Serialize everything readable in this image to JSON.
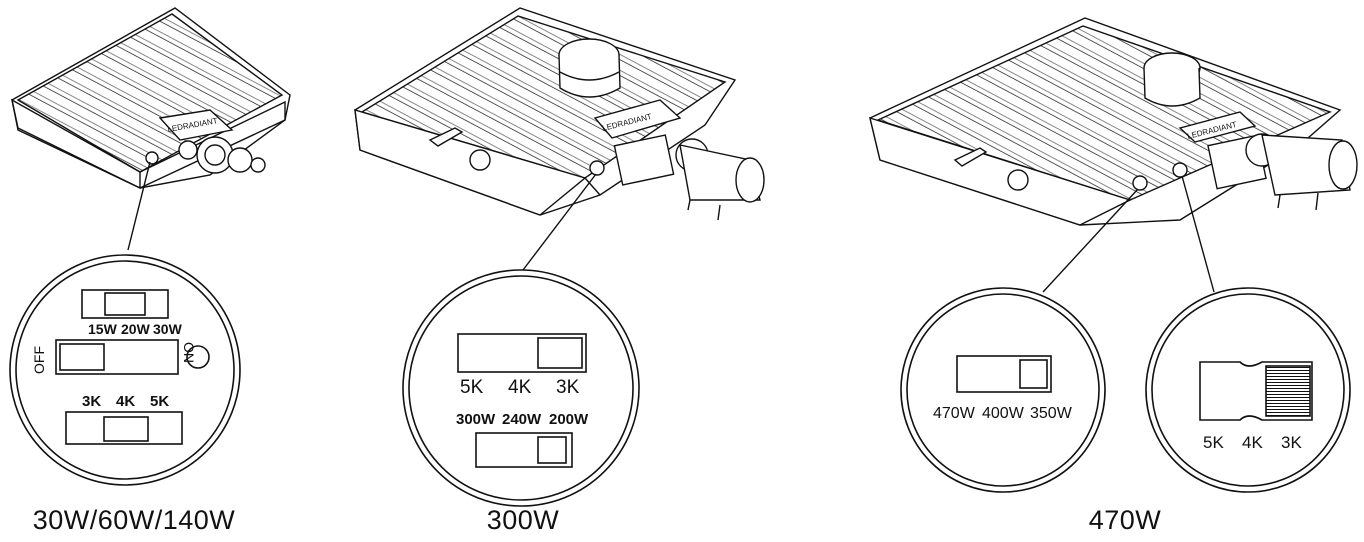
{
  "panels": [
    {
      "caption": "30W/60W/140W",
      "power_labels": [
        "15W",
        "20W",
        "30W"
      ],
      "switch_off": "OFF",
      "switch_on": "ON",
      "cct_labels": [
        "3K",
        "4K",
        "5K"
      ]
    },
    {
      "caption": "300W",
      "cct_labels": [
        "5K",
        "4K",
        "3K"
      ],
      "power_labels": [
        "300W",
        "240W",
        "200W"
      ],
      "brand": "LEDRADIANT"
    },
    {
      "caption": "470W",
      "power_labels": [
        "470W",
        "400W",
        "350W"
      ],
      "cct_labels": [
        "5K",
        "4K",
        "3K"
      ],
      "brand": "LEDRADIANT"
    }
  ]
}
